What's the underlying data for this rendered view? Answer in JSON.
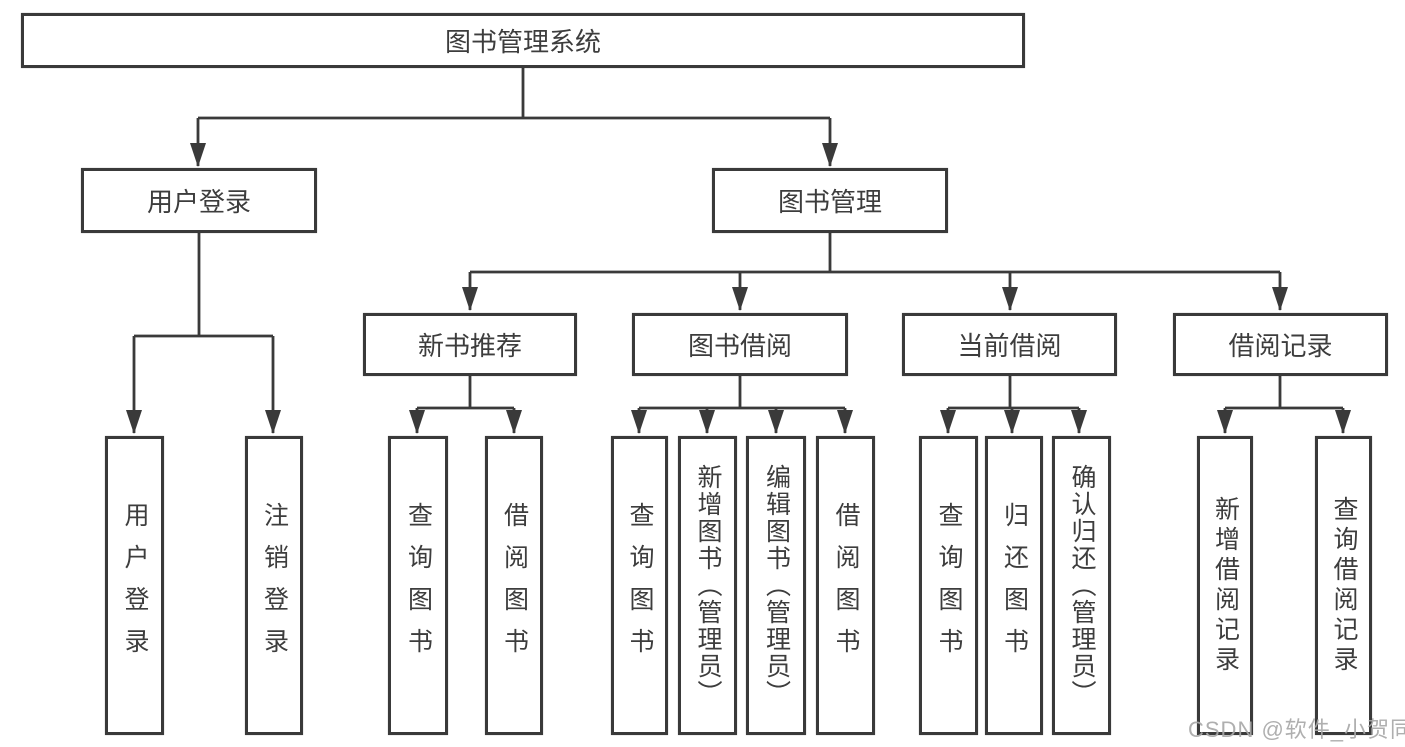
{
  "diagram": {
    "type": "hierarchy-tree",
    "tree": {
      "label": "图书管理系统",
      "children": [
        {
          "label": "用户登录",
          "children": [
            {
              "label": "用户登录"
            },
            {
              "label": "注销登录"
            }
          ]
        },
        {
          "label": "图书管理",
          "children": [
            {
              "label": "新书推荐",
              "children": [
                {
                  "label": "查询图书"
                },
                {
                  "label": "借阅图书"
                }
              ]
            },
            {
              "label": "图书借阅",
              "children": [
                {
                  "label": "查询图书"
                },
                {
                  "label": "新增图书（管理员）"
                },
                {
                  "label": "编辑图书（管理员）"
                },
                {
                  "label": "借阅图书"
                }
              ]
            },
            {
              "label": "当前借阅",
              "children": [
                {
                  "label": "查询图书"
                },
                {
                  "label": "归还图书"
                },
                {
                  "label": "确认归还（管理员）"
                }
              ]
            },
            {
              "label": "借阅记录",
              "children": [
                {
                  "label": "新增借阅记录"
                },
                {
                  "label": "查询借阅记录"
                }
              ]
            }
          ]
        }
      ]
    },
    "colors": {
      "line": "#3a3a3a",
      "text": "#3d3d3d",
      "background": "#ffffff",
      "watermark": "#a8a8a8"
    }
  },
  "watermark": "CSDN @软件_小贺同学"
}
